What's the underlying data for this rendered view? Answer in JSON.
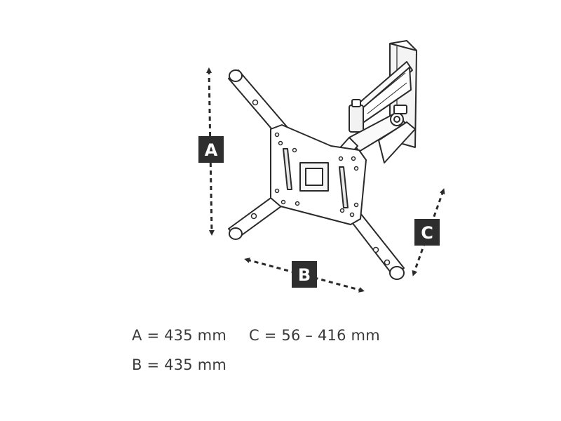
{
  "dimensions": {
    "a": {
      "badge": "A",
      "spec": "A = 435 mm"
    },
    "b": {
      "badge": "B",
      "spec": "B = 435 mm"
    },
    "c": {
      "badge": "C",
      "spec": "C = 56 – 416 mm"
    }
  },
  "colors": {
    "badge_fill": "#2e2e2e",
    "line": "#2a2a2a",
    "text": "#3a3a3a"
  },
  "icons": {
    "arrow": "double-headed-dashed-arrow",
    "mount": "tv-wall-mount-bracket"
  }
}
